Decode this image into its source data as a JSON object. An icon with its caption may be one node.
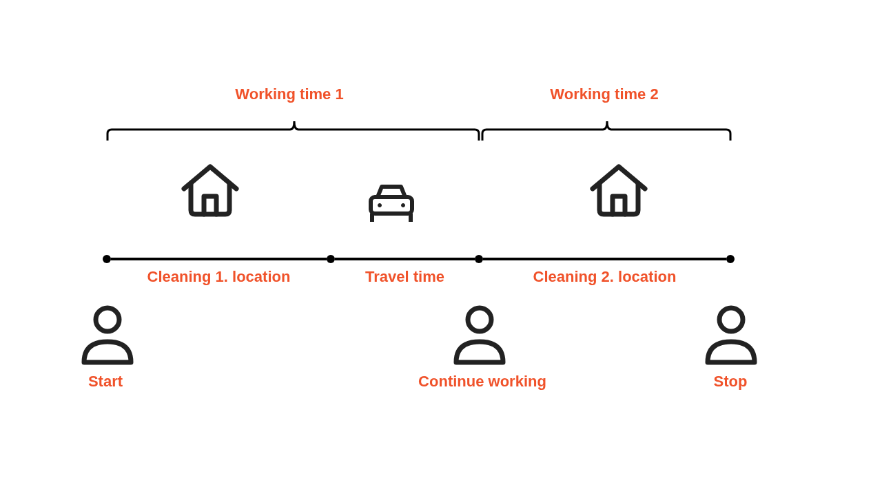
{
  "diagram": {
    "nodes": [
      {
        "text": [],
        "shape": "circle"
      },
      {
        "text": [],
        "shape": "circle"
      },
      {
        "text": [],
        "shape": "circle"
      },
      {
        "text": [],
        "shape": "circle"
      }
    ],
    "edges": [
      {
        "from": 0,
        "to": 1,
        "arrow": "none",
        "label": "Cleaning 1. location"
      },
      {
        "from": 1,
        "to": 2,
        "arrow": "none",
        "label": "Travel time"
      },
      {
        "from": 2,
        "to": 3,
        "arrow": "none",
        "label": "Cleaning 2. location"
      }
    ],
    "labels": [
      "Working time 1",
      "Working time 2",
      "Start",
      "Continue working",
      "Stop"
    ]
  }
}
